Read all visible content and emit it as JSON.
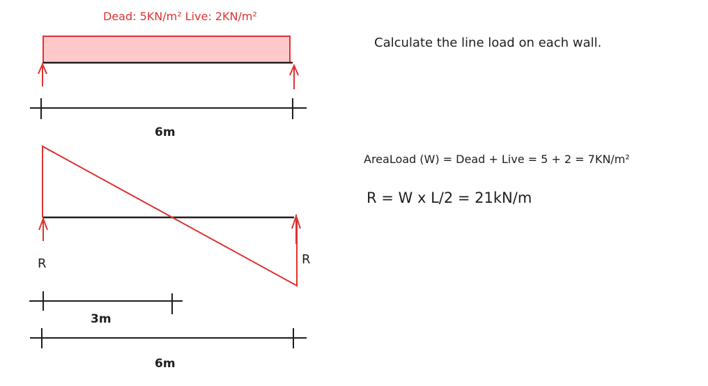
{
  "colors": {
    "load": "#e03131",
    "load_fill": "#ffc9c9",
    "ink": "#1e1e1e",
    "background": "#ffffff"
  },
  "top_diagram": {
    "load_label": "Dead: 5KN/m² Live: 2KN/m²",
    "span_label": "6m"
  },
  "bottom_diagram": {
    "left_reaction_label": "R",
    "right_reaction_label": "R",
    "half_span_label": "3m",
    "span_label": "6m"
  },
  "notes": {
    "prompt": "Calculate the line load on each wall.",
    "area_load": "AreaLoad (W)  = Dead + Live = 5 + 2 = 7KN/m²",
    "reaction": "R = W x L/2 = 21kN/m"
  }
}
